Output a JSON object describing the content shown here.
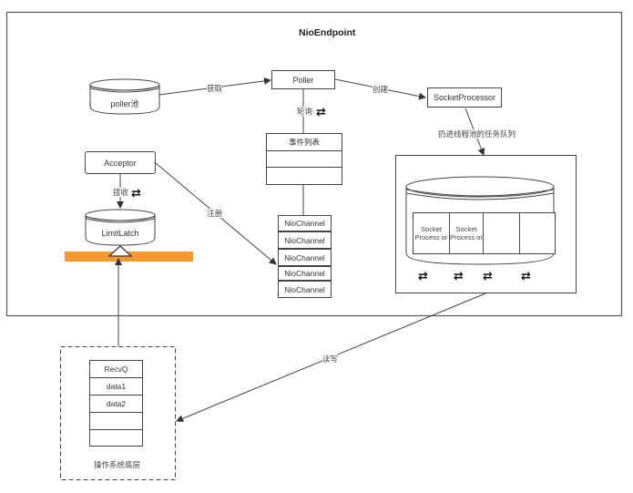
{
  "diagram": {
    "title": "NioEndpoint",
    "nodes": {
      "poller_pool": "poller池",
      "poller": "Poller",
      "socket_processor": "SocketProcessor",
      "event_list": {
        "header": "事件列表",
        "rows": [
          "",
          ""
        ]
      },
      "acceptor": "Acceptor",
      "limit_latch": "LimitLatch",
      "nio_channels": [
        "NioChannel",
        "NioChannel",
        "NioChannel",
        "NioChannel",
        "NioChannel"
      ],
      "thread_pool_queue": {
        "cells": [
          "Socket Process or",
          "Socket Process or",
          "",
          ""
        ]
      },
      "os_layer": {
        "label": "操作系统底层",
        "recvq": [
          "RecvQ",
          "data1",
          "data2",
          "",
          ""
        ]
      }
    },
    "edges": {
      "acquire": "获取",
      "create": "创建",
      "poll": "轮询",
      "enqueue": "扔进线程池的任务队列",
      "accept": "接收",
      "register": "注册",
      "read_write": "读写"
    },
    "icons": {
      "cycle": "⇄"
    },
    "colors": {
      "accent_bar": "#F7992E",
      "stroke": "#444444"
    }
  }
}
